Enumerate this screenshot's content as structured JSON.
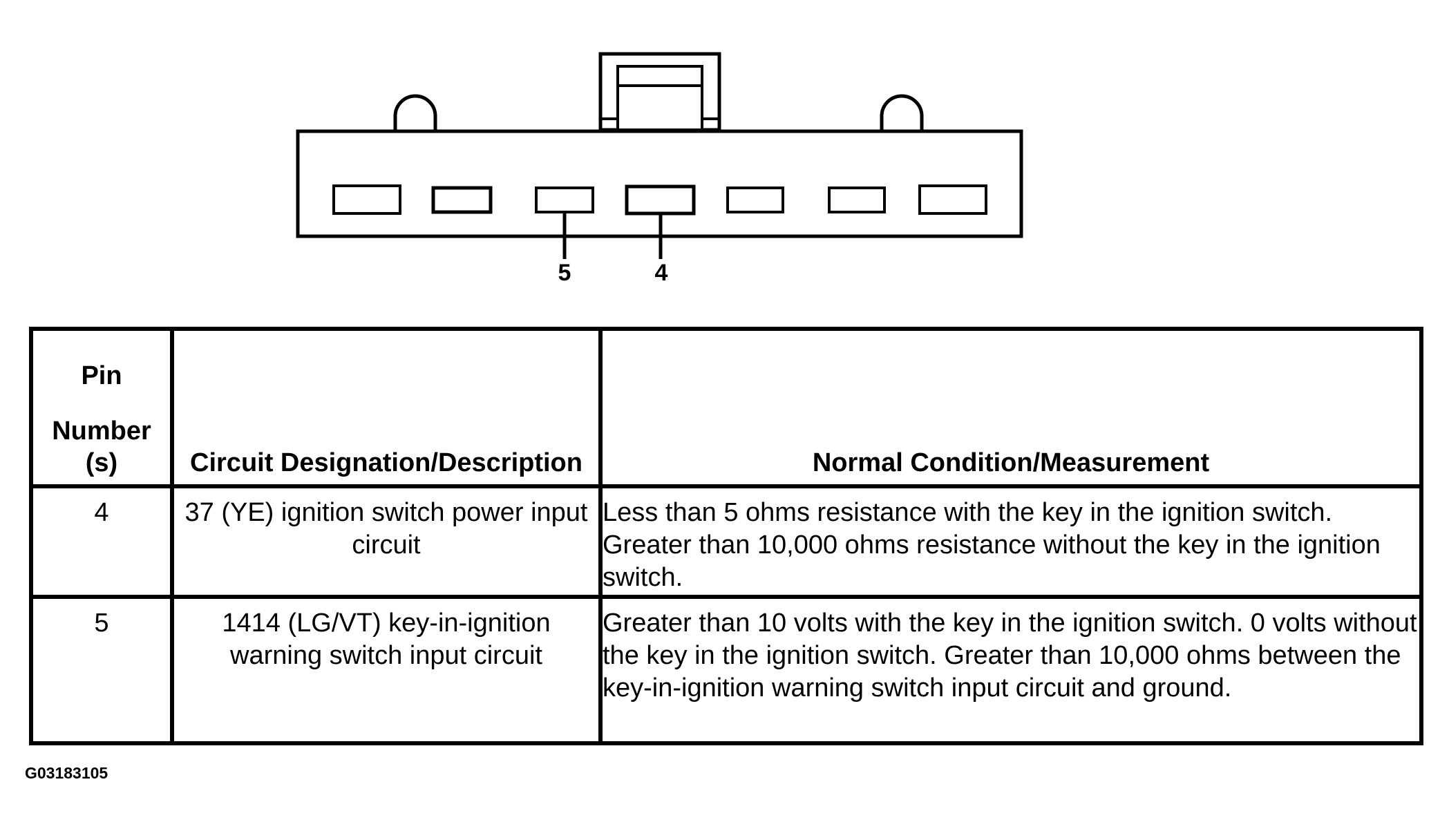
{
  "connector": {
    "pin_labels": [
      "5",
      "4"
    ]
  },
  "table": {
    "headers": {
      "pin_line1": "Pin",
      "pin_line2": "Number (s)",
      "circuit": "Circuit Designation/Description",
      "condition": "Normal Condition/Measurement"
    },
    "rows": [
      {
        "pin": "4",
        "circuit": "37 (YE) ignition switch power input circuit",
        "condition": "Less than 5 ohms resistance with the key in the ignition switch. Greater than 10,000 ohms resistance without the key in the ignition switch."
      },
      {
        "pin": "5",
        "circuit": "1414 (LG/VT) key-in-ignition warning switch input circuit",
        "condition": "Greater than 10 volts with the key in the ignition switch. 0 volts without the key in the ignition switch. Greater than 10,000 ohms between the key-in-ignition warning switch input circuit and ground."
      }
    ]
  },
  "figure_id": "G03183105"
}
